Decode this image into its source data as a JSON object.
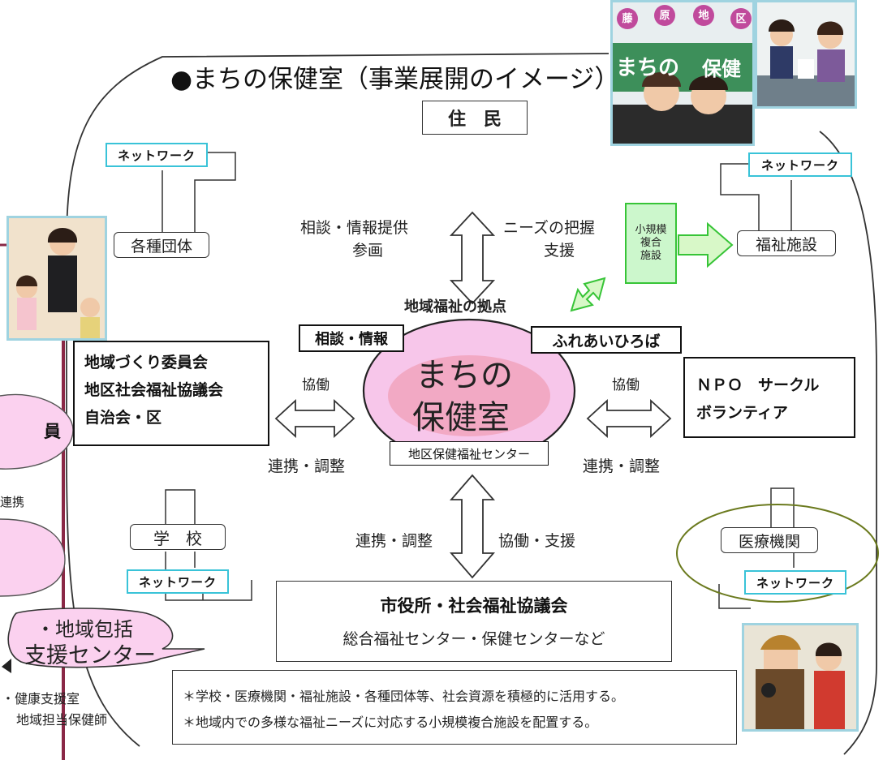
{
  "title": "●まちの保健室（事業展開のイメージ）",
  "residents": "住　民",
  "center": {
    "name_line1": "まちの",
    "name_line2": "保健室",
    "tag_consult": "相談・情報",
    "tag_plaza": "ふれあいひろば",
    "tag_district": "地区保健福祉センター",
    "hub_label": "地域福祉の拠点"
  },
  "network_label": "ネットワーク",
  "nodes": {
    "groups": "各種団体",
    "welfare_facility": "福祉施設",
    "small_facility": [
      "小規模",
      "複合",
      "施設"
    ],
    "school": "学　校",
    "medical": "医療機関"
  },
  "left_box": [
    "地域づくり委員会",
    "地区社会福祉協議会",
    "自治会・区"
  ],
  "right_box": [
    "ＮＰＯ　サークル",
    "ボランティア"
  ],
  "city_box": {
    "line1": "市役所・社会福祉協議会",
    "line2": "総合福祉センター・保健センターなど"
  },
  "relations": {
    "consult_info": "相談・情報提供",
    "participate": "参画",
    "needs": "ニーズの把握",
    "support": "支援",
    "collab_left": "協働",
    "coord_left": "連携・調整",
    "collab_right": "協働",
    "coord_right": "連携・調整",
    "coord_bottom": "連携・調整",
    "collab_support_bottom": "協働・支援"
  },
  "notes": [
    "＊学校・医療機関・福祉施設・各種団体等、社会資源を積極的に活用する。",
    "＊地域内での多様な福祉ニーズに対応する小規模複合施設を配置する。"
  ],
  "side_left": {
    "member": "員",
    "link": "連携",
    "bubble_line1": "・地域包括",
    "bubble_line2": "支援センター",
    "sub_line1": "・健康支援室",
    "sub_line2": "地域担当保健師"
  },
  "photo_sign_chars": [
    "藤",
    "原",
    "地",
    "区",
    "まちの",
    "保健"
  ],
  "colors": {
    "network_border": "#39c3d8",
    "center_fill": "#f7c6ea",
    "center_inner": "#f2a9c4",
    "small_facility_fill": "#ccf7cc",
    "small_facility_border": "#37c437",
    "bubble_fill": "#fbd1ef",
    "divider": "#8a2846",
    "medical_ring": "#6b7a1e"
  }
}
